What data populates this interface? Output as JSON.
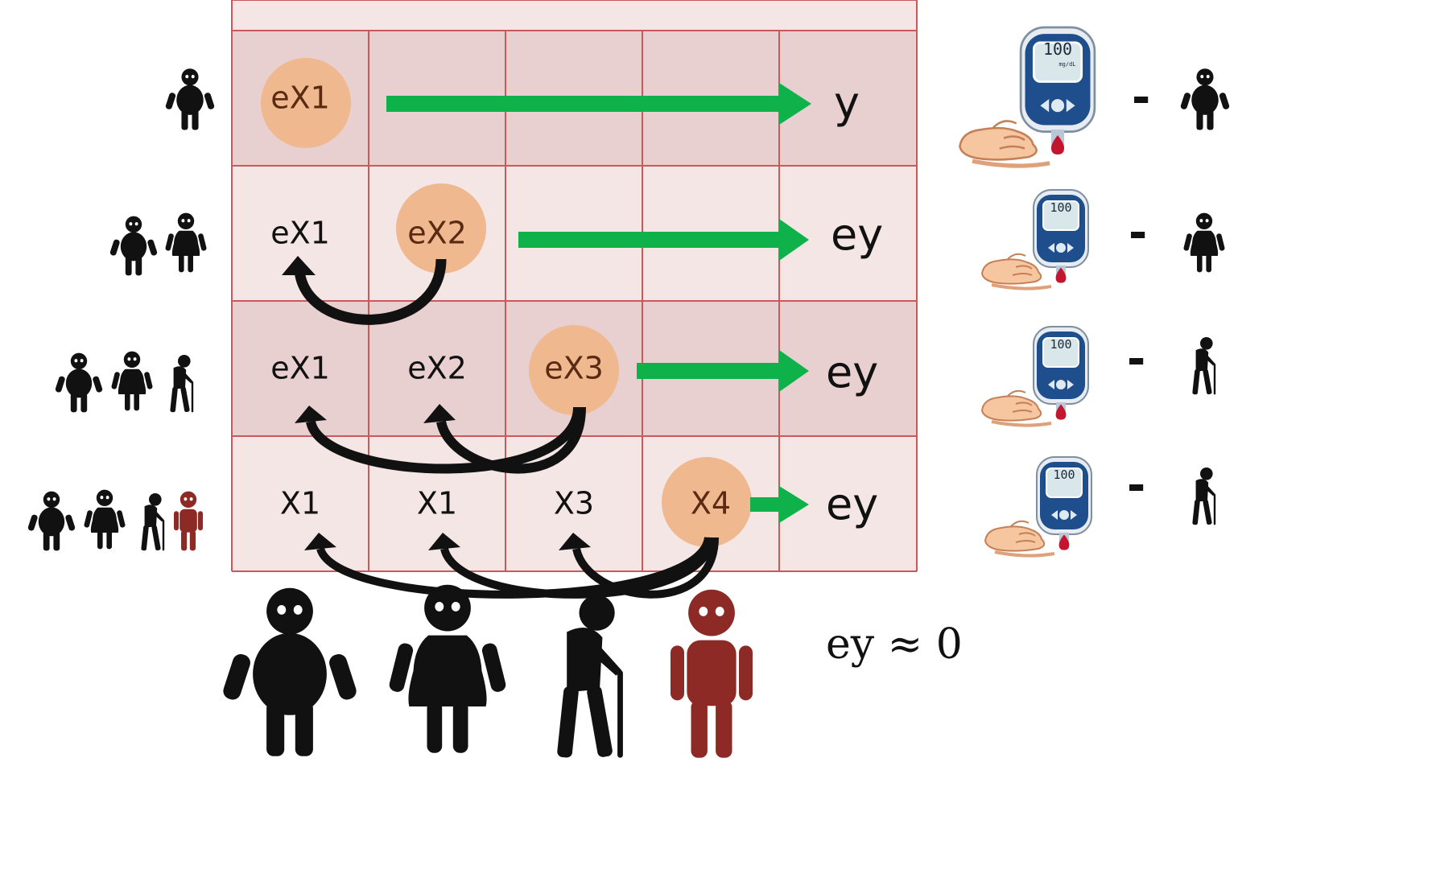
{
  "rows": [
    {
      "cells": [
        "eX1",
        "",
        "",
        ""
      ],
      "output": "y"
    },
    {
      "cells": [
        "eX1",
        "eX2",
        "",
        ""
      ],
      "output": "ey"
    },
    {
      "cells": [
        "eX1",
        "eX2",
        "eX3",
        ""
      ],
      "output": "ey"
    },
    {
      "cells": [
        "X1",
        "X1",
        "X3",
        "X4"
      ],
      "output": "ey"
    }
  ],
  "final_equation": "ey ≈ 0",
  "meter_reading": "100",
  "meter_unit": "mg/dL",
  "colors": {
    "grid_line": "#c9595b",
    "row_dark": "#e8cfd0",
    "row_light": "#f5e6e6",
    "highlight_circle": "#efb88e",
    "arrow_green": "#0fb24a",
    "person_black": "#111111",
    "person_red": "#8e2a25",
    "meter_blue": "#1f4e8c"
  },
  "icons": [
    "adult-male-icon",
    "adult-female-icon",
    "elderly-with-cane-icon",
    "red-person-icon",
    "glucose-meter-icon",
    "hand-icon",
    "blood-drop-icon"
  ]
}
